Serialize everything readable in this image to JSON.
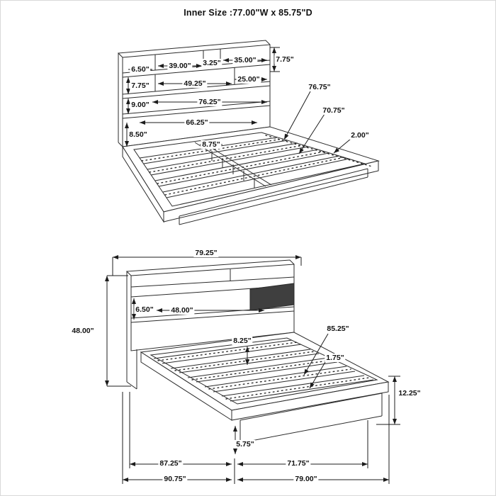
{
  "title": "Inner Size :77.00\"W x 85.75\"D",
  "top_view": {
    "dims": [
      "6.50\"",
      "39.00\"",
      "3.25\"",
      "35.00\"",
      "7.75\"",
      "7.75\"",
      "49.25\"",
      "25.00\"",
      "9.00\"",
      "76.25\"",
      "66.25\"",
      "8.50\"",
      "8.75\"",
      "76.75\"",
      "70.75\"",
      "2.00\""
    ]
  },
  "bottom_view": {
    "dims": [
      "79.25\"",
      "48.00\"",
      "6.50\"",
      "48.00\"",
      "8.25\"",
      "85.25\"",
      "1.75\"",
      "12.25\"",
      "5.75\"",
      "87.25\"",
      "71.75\"",
      "90.75\"",
      "79.00\""
    ]
  }
}
